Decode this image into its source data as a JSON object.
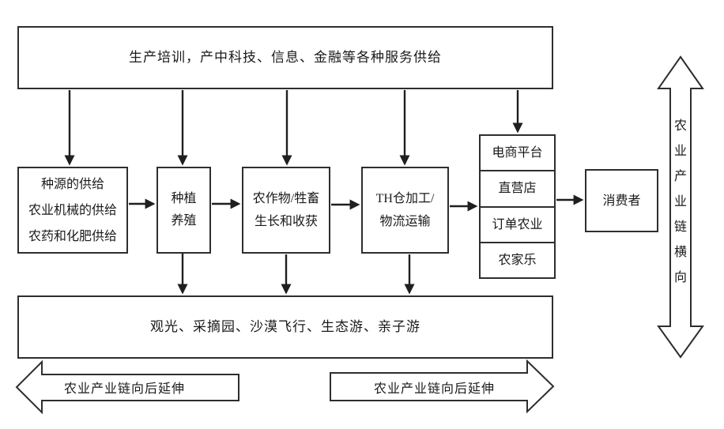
{
  "diagram": {
    "colors": {
      "background": "#ffffff",
      "line": "#2e2e2e",
      "text": "#1a1a1a"
    },
    "top_box": {
      "label": "生产培训，产中科技、信息、金融等各种服务供给"
    },
    "middle_row": {
      "supply_box": {
        "label": "种源的供给\n农业机械的供给\n农药和化肥供给"
      },
      "planting_box": {
        "label": "种植\n养殖"
      },
      "growth_box": {
        "label": "农作物/牲畜\n生长和收获"
      },
      "processing_box": {
        "label": "TH仓加工/\n物流运输"
      },
      "channels": [
        "电商平台",
        "直营店",
        "订单农业",
        "农家乐"
      ],
      "consumer_box": {
        "label": "消费者"
      }
    },
    "bottom_box": {
      "label": "观光、采摘园、沙漠飞行、生态游、亲子游"
    },
    "banners": {
      "left": {
        "label": "农业产业链向后延伸",
        "direction": "left"
      },
      "right": {
        "label": "农业产业链向后延伸",
        "direction": "right"
      },
      "vertical": {
        "label": "农\n业\n产\n业\n链\n横\n向",
        "direction": "both"
      }
    }
  }
}
